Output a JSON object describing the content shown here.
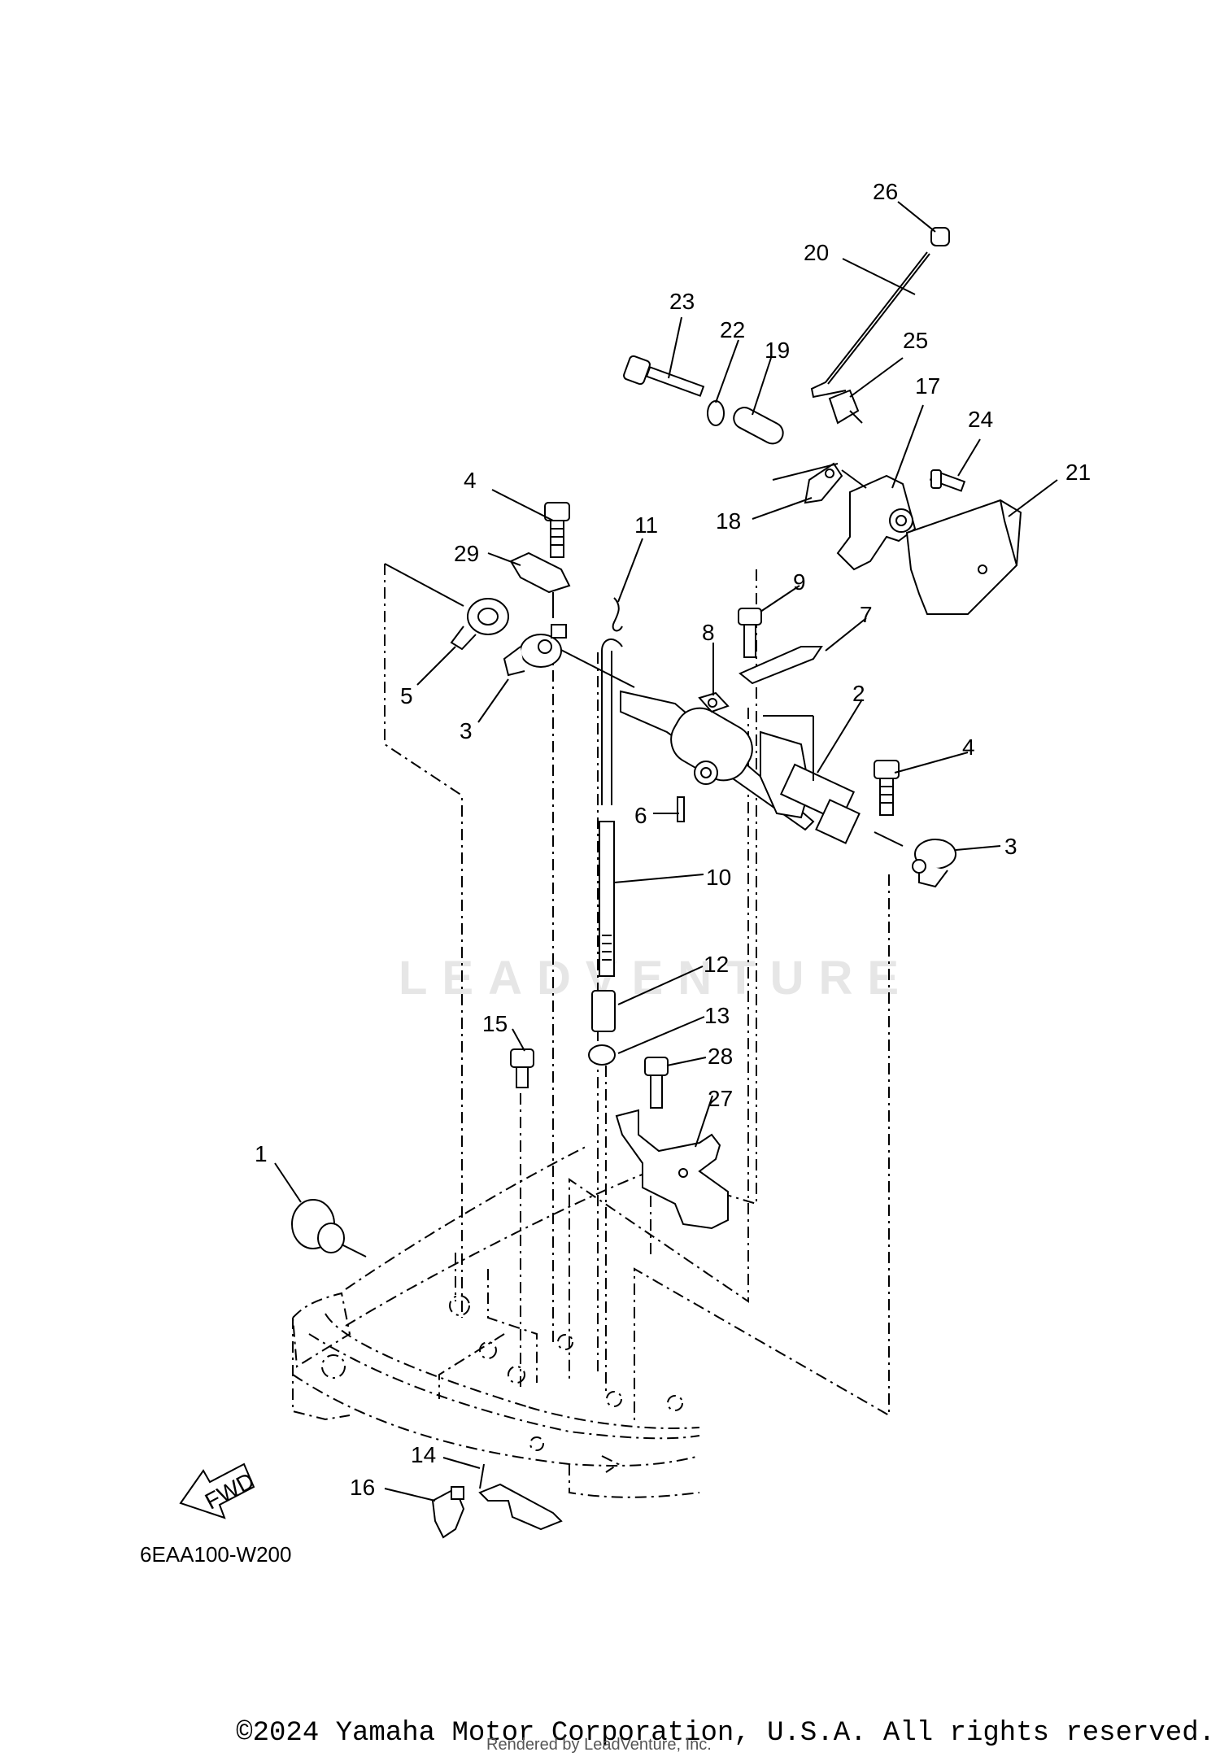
{
  "diagram_code": "6EAA100-W200",
  "watermark": "LEADVENTURE",
  "fwd_label": "FWD",
  "copyright": "©2024 Yamaha Motor Corporation, U.S.A. All rights reserved.",
  "rendered_by": "Rendered by LeadVenture, Inc.",
  "callouts": {
    "c1": "1",
    "c2": "2",
    "c3a": "3",
    "c3b": "3",
    "c4a": "4",
    "c4b": "4",
    "c5": "5",
    "c6": "6",
    "c7": "7",
    "c8": "8",
    "c9": "9",
    "c10": "10",
    "c11": "11",
    "c12": "12",
    "c13": "13",
    "c14": "14",
    "c15": "15",
    "c16": "16",
    "c17": "17",
    "c18": "18",
    "c19": "19",
    "c20": "20",
    "c21": "21",
    "c22": "22",
    "c23": "23",
    "c24": "24",
    "c25": "25",
    "c26": "26",
    "c27": "27",
    "c28": "28",
    "c29": "29"
  }
}
